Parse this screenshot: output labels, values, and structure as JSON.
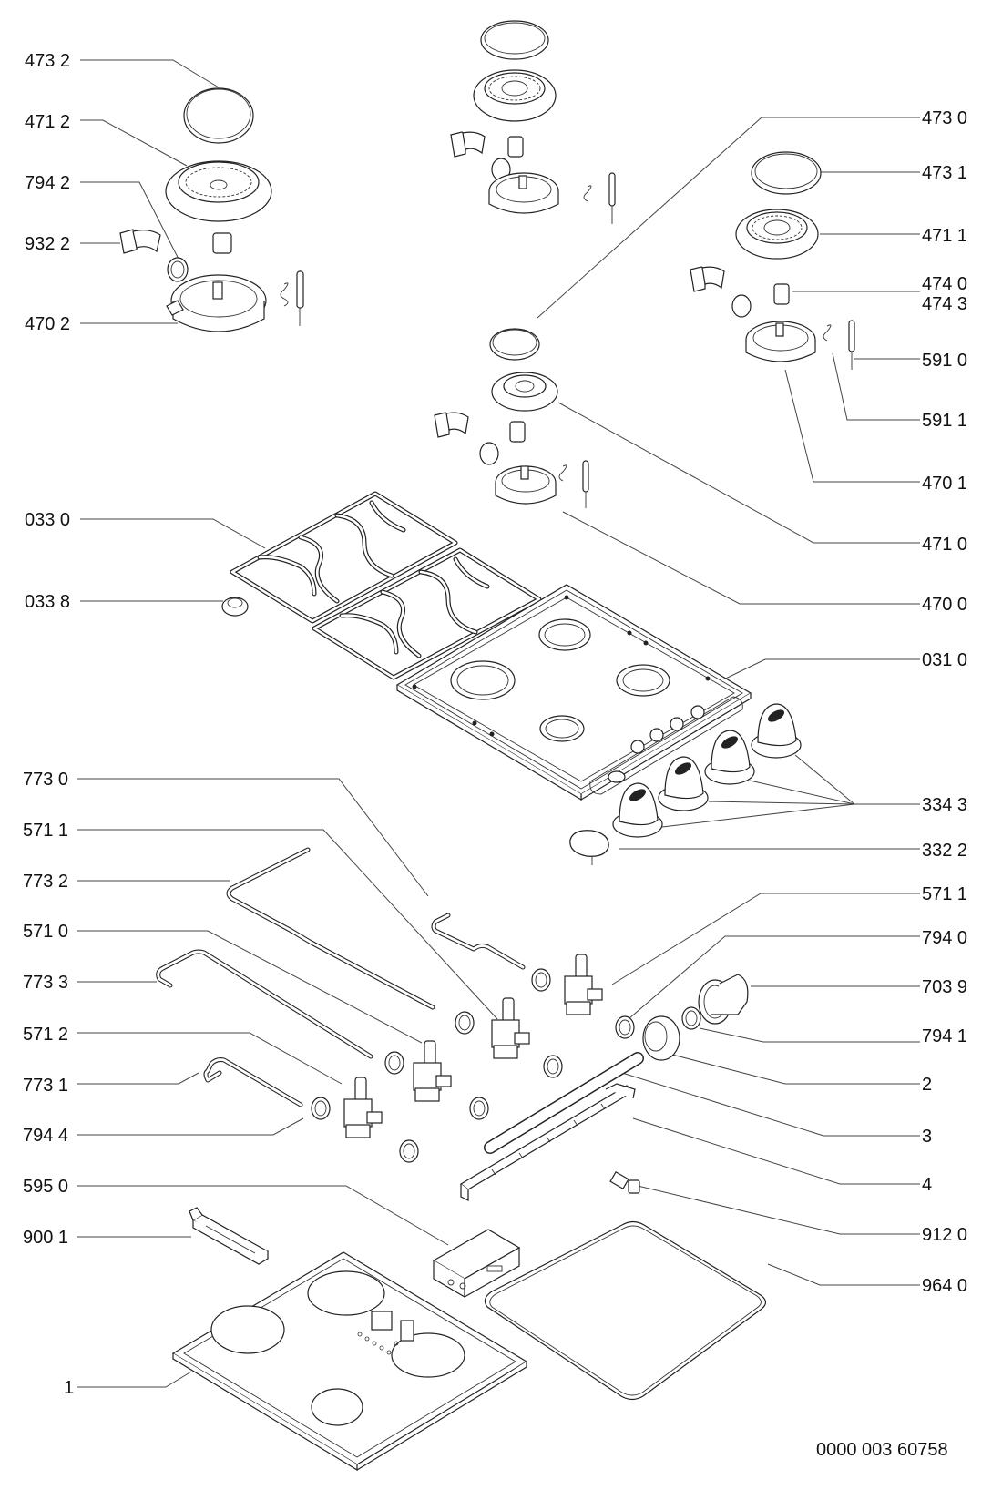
{
  "diagram": {
    "title": "Gas hob exploded parts view",
    "document_number": "0000 003 60758",
    "callouts_left": [
      {
        "id": "473-2-left",
        "label": "473 2"
      },
      {
        "id": "471-2-left",
        "label": "471 2"
      },
      {
        "id": "794-2-left",
        "label": "794 2"
      },
      {
        "id": "932-2-left",
        "label": "932 2"
      },
      {
        "id": "470-2-left",
        "label": "470 2"
      },
      {
        "id": "033-0-left",
        "label": "033 0"
      },
      {
        "id": "033-8-left",
        "label": "033 8"
      },
      {
        "id": "773-0-left",
        "label": "773 0"
      },
      {
        "id": "571-1-left",
        "label": "571 1"
      },
      {
        "id": "773-2-left",
        "label": "773 2"
      },
      {
        "id": "571-0-left",
        "label": "571 0"
      },
      {
        "id": "773-3-left",
        "label": "773 3"
      },
      {
        "id": "571-2-left",
        "label": "571 2"
      },
      {
        "id": "773-1-left",
        "label": "773 1"
      },
      {
        "id": "794-4-left",
        "label": "794 4"
      },
      {
        "id": "595-0-left",
        "label": "595 0"
      },
      {
        "id": "900-1-left",
        "label": "900 1"
      },
      {
        "id": "1-left",
        "label": "1"
      }
    ],
    "callouts_right": [
      {
        "id": "473-0-right",
        "label": "473 0"
      },
      {
        "id": "473-1-right",
        "label": "473 1"
      },
      {
        "id": "471-1-right",
        "label": "471 1"
      },
      {
        "id": "474-0-right",
        "label": "474 0"
      },
      {
        "id": "474-3-right",
        "label": "474 3"
      },
      {
        "id": "591-0-right",
        "label": "591 0"
      },
      {
        "id": "591-1-right",
        "label": "591 1"
      },
      {
        "id": "470-1-right",
        "label": "470 1"
      },
      {
        "id": "471-0-right",
        "label": "471 0"
      },
      {
        "id": "470-0-right",
        "label": "470 0"
      },
      {
        "id": "031-0-right",
        "label": "031 0"
      },
      {
        "id": "334-3-right",
        "label": "334 3"
      },
      {
        "id": "332-2-right",
        "label": "332 2"
      },
      {
        "id": "571-1-right",
        "label": "571 1"
      },
      {
        "id": "794-0-right",
        "label": "794 0"
      },
      {
        "id": "703-9-right",
        "label": "703 9"
      },
      {
        "id": "794-1-right",
        "label": "794 1"
      },
      {
        "id": "2-right",
        "label": "2"
      },
      {
        "id": "3-right",
        "label": "3"
      },
      {
        "id": "4-right",
        "label": "4"
      },
      {
        "id": "912-0-right",
        "label": "912 0"
      },
      {
        "id": "964-0-right",
        "label": "964 0"
      }
    ]
  }
}
